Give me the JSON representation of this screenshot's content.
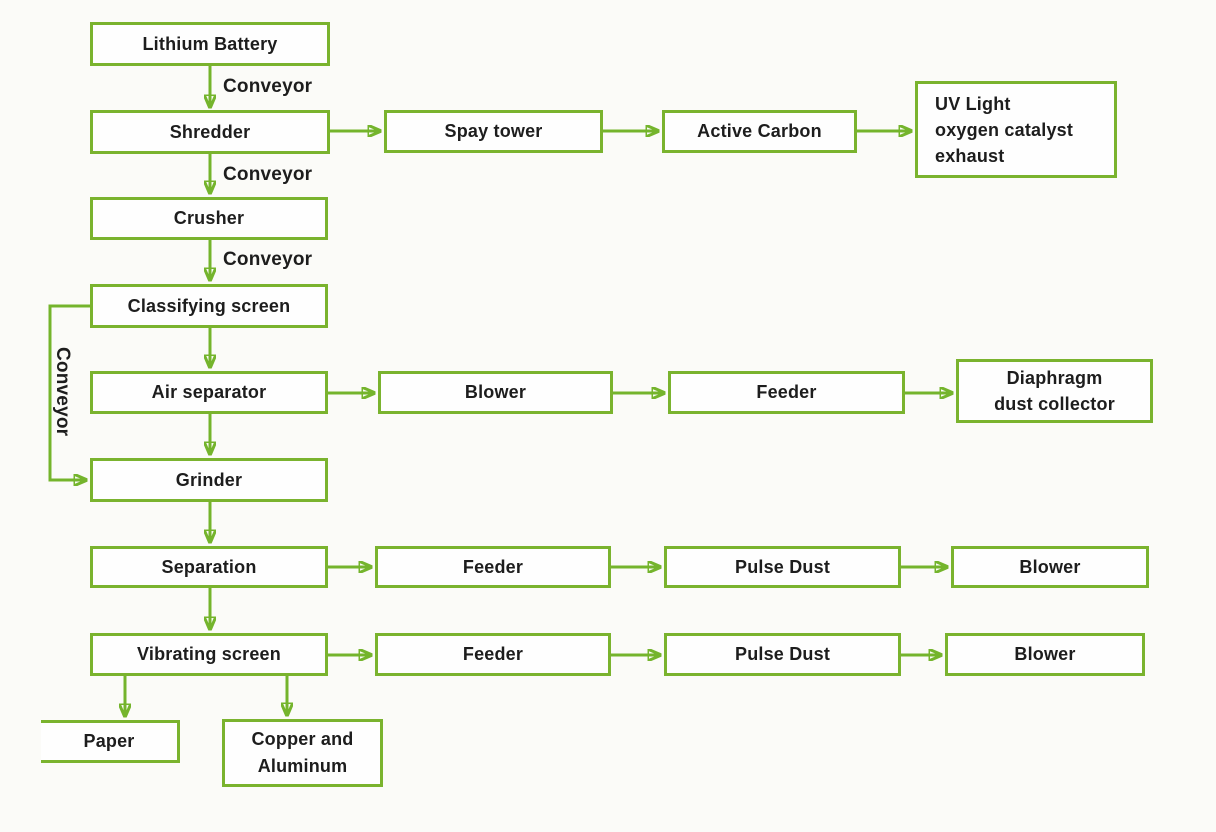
{
  "colors": {
    "line_green": "#74b42c",
    "box_border_green": "#7ab32e",
    "text": "#1d1d1d",
    "background": "#fbfbf8"
  },
  "nodes": {
    "lithium_battery": {
      "label": "Lithium Battery"
    },
    "shredder": {
      "label": "Shredder"
    },
    "spay_tower": {
      "label": "Spay tower"
    },
    "active_carbon": {
      "label": "Active Carbon"
    },
    "uv_exhaust": {
      "line1": "UV Light",
      "line2": "oxygen catalyst",
      "line3": "exhaust"
    },
    "crusher": {
      "label": "Crusher"
    },
    "classifying_screen": {
      "label": "Classifying screen"
    },
    "air_separator": {
      "label": "Air separator"
    },
    "blower_air_row": {
      "label": "Blower"
    },
    "feeder_air_row": {
      "label": "Feeder"
    },
    "diaphragm_dust_collector": {
      "line1": "Diaphragm",
      "line2": "dust collector"
    },
    "grinder": {
      "label": "Grinder"
    },
    "separation": {
      "label": "Separation"
    },
    "feeder_separation_row": {
      "label": "Feeder"
    },
    "pulse_dust_separation_row": {
      "label": "Pulse Dust"
    },
    "blower_separation_row": {
      "label": "Blower"
    },
    "vibrating_screen": {
      "label": "Vibrating screen"
    },
    "feeder_vibrating_row": {
      "label": "Feeder"
    },
    "pulse_dust_vibrating_row": {
      "label": "Pulse Dust"
    },
    "blower_vibrating_row": {
      "label": "Blower"
    },
    "paper": {
      "label": "Paper"
    },
    "copper_aluminum": {
      "line1": "Copper and",
      "line2": "Aluminum"
    }
  },
  "edge_labels": {
    "conveyor_battery_to_shredder": "Conveyor",
    "conveyor_shredder_to_crusher": "Conveyor",
    "conveyor_crusher_to_classifying": "Conveyor",
    "conveyor_classifying_to_grinder": "Conveyor"
  },
  "edges": [
    {
      "from": "Lithium Battery",
      "to": "Shredder",
      "label": "Conveyor"
    },
    {
      "from": "Shredder",
      "to": "Spay tower"
    },
    {
      "from": "Spay tower",
      "to": "Active Carbon"
    },
    {
      "from": "Active Carbon",
      "to": "UV Light oxygen catalyst exhaust"
    },
    {
      "from": "Shredder",
      "to": "Crusher",
      "label": "Conveyor"
    },
    {
      "from": "Crusher",
      "to": "Classifying screen",
      "label": "Conveyor"
    },
    {
      "from": "Classifying screen",
      "to": "Air separator"
    },
    {
      "from": "Classifying screen",
      "to": "Grinder",
      "label": "Conveyor"
    },
    {
      "from": "Air separator",
      "to": "Blower"
    },
    {
      "from": "Blower",
      "to": "Feeder"
    },
    {
      "from": "Feeder",
      "to": "Diaphragm dust collector"
    },
    {
      "from": "Air separator",
      "to": "Grinder"
    },
    {
      "from": "Grinder",
      "to": "Separation"
    },
    {
      "from": "Separation",
      "to": "Feeder"
    },
    {
      "from": "Feeder",
      "to": "Pulse Dust"
    },
    {
      "from": "Pulse Dust",
      "to": "Blower"
    },
    {
      "from": "Separation",
      "to": "Vibrating screen"
    },
    {
      "from": "Vibrating screen",
      "to": "Feeder"
    },
    {
      "from": "Feeder",
      "to": "Pulse Dust"
    },
    {
      "from": "Pulse Dust",
      "to": "Blower"
    },
    {
      "from": "Vibrating screen",
      "to": "Paper"
    },
    {
      "from": "Vibrating screen",
      "to": "Copper and Aluminum"
    }
  ]
}
